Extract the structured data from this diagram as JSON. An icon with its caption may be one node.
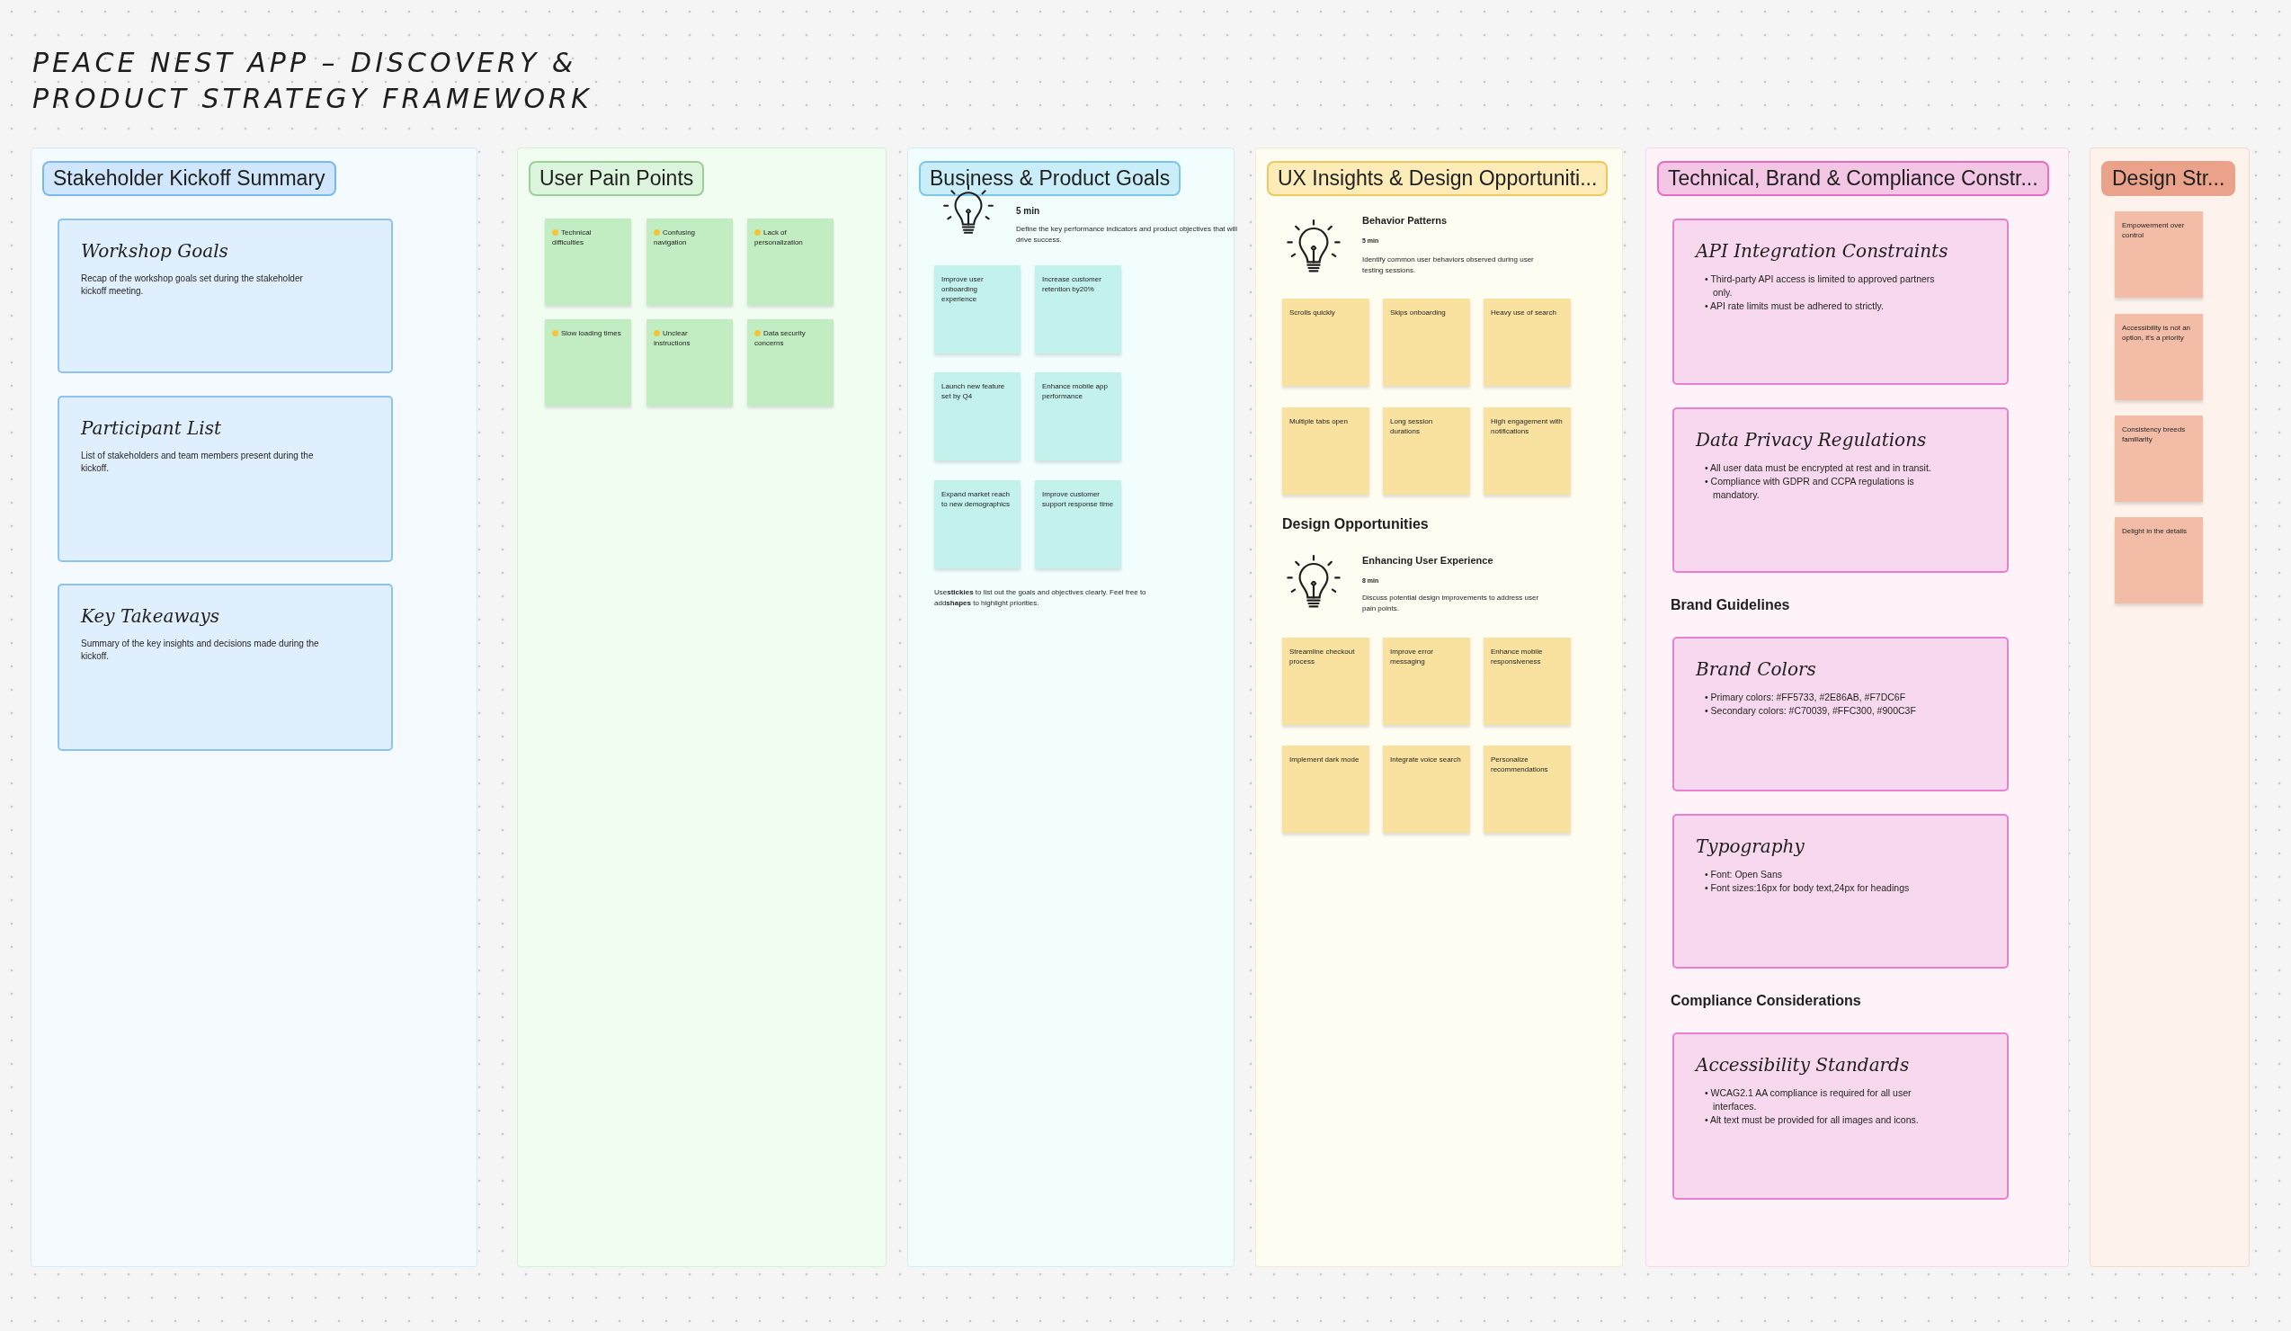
{
  "diagram": {
    "title": "PEACE NEST APP – DISCOVERY & PRODUCT STRATEGY FRAMEWORK",
    "nodes": [
      {
        "text": [
          "Stakeholder Kickoff Summary"
        ]
      },
      {
        "text": [
          "Workshop Goals",
          "Recap of the workshop goals set during the stakeholder kickoff meeting."
        ],
        "in": 0
      },
      {
        "text": [
          "Participant List",
          "List of stakeholders and team members present during the kickoff."
        ],
        "in": 0
      },
      {
        "text": [
          "Key Takeaways",
          "Summary of the key insights and decisions made during the kickoff."
        ],
        "in": 0
      },
      {
        "text": [
          "User Pain Points"
        ]
      },
      {
        "text": [
          "Technical difficulties"
        ],
        "in": 4
      },
      {
        "text": [
          "Confusing navigation"
        ],
        "in": 4
      },
      {
        "text": [
          "Lack of personalization"
        ],
        "in": 4
      },
      {
        "text": [
          "Slow loading times"
        ],
        "in": 4
      },
      {
        "text": [
          "Unclear instructions"
        ],
        "in": 4
      },
      {
        "text": [
          "Data security concerns"
        ],
        "in": 4
      },
      {
        "text": [
          "Business & Product Goals"
        ]
      },
      {
        "text": [
          "Improve user onboarding experience"
        ],
        "in": 11
      },
      {
        "text": [
          "Increase customer retention by20%"
        ],
        "in": 11
      },
      {
        "text": [
          "Launch new feature set by Q4"
        ],
        "in": 11
      },
      {
        "text": [
          "Enhance mobile app performance"
        ],
        "in": 11
      },
      {
        "text": [
          "Expand market reach to new demographics"
        ],
        "in": 11
      },
      {
        "text": [
          "Improve customer support response time"
        ],
        "in": 11
      },
      {
        "text": [
          "UX Insights & Design Opportuniti..."
        ]
      },
      {
        "text": [
          "Scrolls quickly"
        ],
        "in": 18
      },
      {
        "text": [
          "Skips onboarding"
        ],
        "in": 18
      },
      {
        "text": [
          "Heavy use of search"
        ],
        "in": 18
      },
      {
        "text": [
          "Multiple tabs open"
        ],
        "in": 18
      },
      {
        "text": [
          "Long session durations"
        ],
        "in": 18
      },
      {
        "text": [
          "High engagement with notifications"
        ],
        "in": 18
      },
      {
        "text": [
          "Streamline checkout process"
        ],
        "in": 18
      },
      {
        "text": [
          "Improve error messaging"
        ],
        "in": 18
      },
      {
        "text": [
          "Enhance mobile responsiveness"
        ],
        "in": 18
      },
      {
        "text": [
          "Implement dark mode"
        ],
        "in": 18
      },
      {
        "text": [
          "Integrate voice search"
        ],
        "in": 18
      },
      {
        "text": [
          "Personalize recommendations"
        ],
        "in": 18
      },
      {
        "text": [
          "Technical, Brand & Compliance Constr..."
        ]
      },
      {
        "text": [
          "API Integration Constraints",
          "• Third-party API access is limited to approved partners only.",
          "• API rate limits must be adhered to strictly."
        ],
        "in": 31
      },
      {
        "text": [
          "Data Privacy Regulations",
          "• All user data must be encrypted at rest and in transit.",
          "• Compliance with GDPR and CCPA regulations is mandatory."
        ],
        "in": 31
      },
      {
        "text": [
          "Brand Colors",
          "• Primary colors: #FF5733, #2E86AB, #F7DC6F",
          "• Secondary colors: #C70039, #FFC300, #900C3F"
        ],
        "in": 31
      },
      {
        "text": [
          "Typography",
          "• Font: Open Sans",
          "• Font sizes:16px for body text,24px for headings"
        ],
        "in": 31
      },
      {
        "text": [
          "Accessibility Standards",
          "• WCAG2.1 AA compliance is required for all user interfaces.",
          "• Alt text must be provided for all images and icons."
        ],
        "in": 31
      },
      {
        "text": [
          "Design Str..."
        ]
      },
      {
        "text": [
          "Empowerment over control"
        ],
        "in": 37
      },
      {
        "text": [
          "Accessibility is not an option, it's a priority"
        ],
        "in": 37
      },
      {
        "text": [
          "Consistency breeds familiarity"
        ],
        "in": 37
      },
      {
        "text": [
          "Delight in the details"
        ],
        "in": 37
      }
    ],
    "labels": [
      "5 min",
      "Define the key performance indicators and product objectives that will drive success.",
      "Use**stickies** to list out the goals and objectives clearly. Feel free to add**shapes** to highlight priorities.",
      "Behavior Patterns",
      "5 min",
      "Identify common user behaviors observed during user testing sessions.",
      "Design Opportunities",
      "Enhancing User Experience",
      "8 min",
      "Discuss potential design improvements to address user pain points.",
      "Brand Guidelines",
      "Compliance Considerations"
    ]
  }
}
